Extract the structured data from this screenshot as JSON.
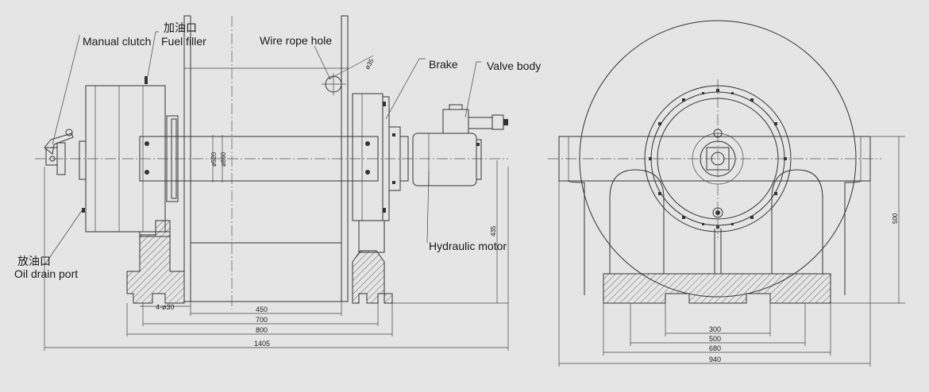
{
  "labels": {
    "manual_clutch": "Manual clutch",
    "fuel_filler_cn": "加油口",
    "fuel_filler": "Fuel filler",
    "wire_rope_hole": "Wire rope hole",
    "brake": "Brake",
    "valve_body": "Valve body",
    "hydraulic_motor": "Hydraulic motor",
    "oil_drain_cn": "放油口",
    "oil_drain": "Oil drain port"
  },
  "dimensions": {
    "side": {
      "d35": "ø35",
      "d520": "ø520",
      "d850": "ø850",
      "h435": "435",
      "holes": "4-ø30",
      "w450": "450",
      "w700": "700",
      "w800": "800",
      "w1405": "1405"
    },
    "front": {
      "h500": "500",
      "w300": "300",
      "w500": "500",
      "w680": "680",
      "w940": "940"
    }
  },
  "colors": {
    "background": "#e5e5e5",
    "line": "#333333"
  }
}
